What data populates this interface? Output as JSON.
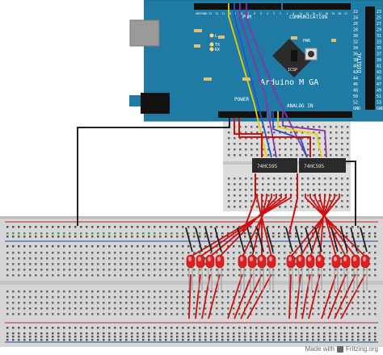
{
  "board": {
    "name": "Arduino M GA",
    "communication": "COMMUNICATION",
    "analog_in": "ANALOG IN",
    "pwm_label": "PWM",
    "digital": "DIGITAL",
    "power": "POWER",
    "pwr_label": "PWR",
    "icsp": "ICSP",
    "led_l": "L",
    "led_tx": "TX",
    "led_rx": "RX",
    "pin_numbers_right": [
      "22",
      "24",
      "26",
      "28",
      "30",
      "32",
      "34",
      "36",
      "38",
      "40",
      "42",
      "44",
      "46",
      "48",
      "50",
      "52",
      "GND"
    ],
    "pin_numbers_right_b": [
      "23",
      "25",
      "27",
      "29",
      "31",
      "33",
      "35",
      "37",
      "39",
      "41",
      "43",
      "45",
      "47",
      "49",
      "51",
      "53",
      "GND"
    ],
    "top_labels": [
      "AREF",
      "GND",
      "13",
      "12",
      "11",
      "10",
      "9",
      "8",
      "7",
      "6",
      "5",
      "4",
      "3",
      "2",
      "1",
      "0",
      "14",
      "15",
      "16",
      "17",
      "18",
      "19",
      "20",
      "21"
    ]
  },
  "chips": [
    {
      "label": "74HC595"
    },
    {
      "label": "74HC595"
    }
  ],
  "credit": {
    "made_with": "Made with",
    "brand": "Fritzing.org"
  },
  "colors": {
    "board": "#1f7ba3",
    "breadboard": "#dcdcdc",
    "rail_red": "#cc2222",
    "rail_blue": "#2244aa",
    "wire_red": "#cc1111",
    "wire_black": "#222222",
    "wire_yellow": "#e8d000",
    "wire_blue": "#2255cc",
    "wire_purple": "#8833aa",
    "led_red": "#e02020"
  }
}
